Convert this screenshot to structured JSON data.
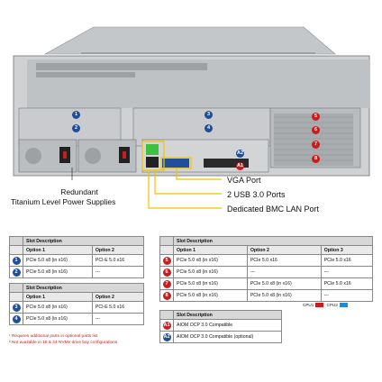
{
  "callouts": {
    "power": [
      "Redundant",
      "Titanium Level Power Supplies"
    ],
    "vga": "VGA Port",
    "usb": "2 USB 3.0 Ports",
    "bmc": "Dedicated BMC LAN Port"
  },
  "server_badges": {
    "cpu1_slots": [
      "1",
      "2",
      "3",
      "4"
    ],
    "cpu2_slots": [
      "5",
      "6",
      "7",
      "8"
    ],
    "aiom": [
      "A1",
      "A2"
    ]
  },
  "table1": {
    "title": "Slot Description",
    "headers": [
      "Option 1",
      "Option 2"
    ],
    "rows": [
      {
        "slot": "1",
        "cells": [
          "PCIe 5.0 x8 (in x16)",
          "PCI-E 5.0 x16"
        ]
      },
      {
        "slot": "2",
        "cells": [
          "PCIe 5.0 x8 (in x16)",
          "---"
        ]
      }
    ]
  },
  "table2": {
    "title": "Slot Description",
    "headers": [
      "Option 1",
      "Option 2"
    ],
    "rows": [
      {
        "slot": "3",
        "cells": [
          "PCIe 5.0 x8 (in x16)",
          "PCI-E 5.0 x16"
        ]
      },
      {
        "slot": "4",
        "cells": [
          "PCIe 5.0 x8 (in x16)",
          "---"
        ]
      }
    ]
  },
  "table3": {
    "title": "Slot Description",
    "headers": [
      "Option 1",
      "Option 2",
      "Option 3"
    ],
    "rows": [
      {
        "slot": "5",
        "cells": [
          "PCIe 5.0 x8 (in x16)",
          "PCIe 5.0 x16",
          "PCIe 5.0 x16"
        ]
      },
      {
        "slot": "6",
        "cells": [
          "PCIe 5.0 x8 (in x16)",
          "---",
          "---"
        ]
      },
      {
        "slot": "7",
        "cells": [
          "PCIe 5.0 x8 (in x16)",
          "PCIe 5.0 x8 (in x16)",
          "PCIe 5.0 x16"
        ]
      },
      {
        "slot": "8",
        "cells": [
          "PCIe 5.0 x8 (in x16)",
          "PCIe 5.0 x8 (in x16)",
          "---"
        ]
      }
    ]
  },
  "aiom_table": {
    "title": "Slot Description",
    "rows": [
      {
        "slot": "A1",
        "text": "AIOM OCP 3.0 Compatible"
      },
      {
        "slot": "A2",
        "text": "AIOM OCP 3.0 Compatible (optional)"
      }
    ]
  },
  "legend": {
    "cpu1": "CPU1",
    "cpu2": "CPU2"
  },
  "notes": [
    "Requires additional parts in optional parts list",
    "Not available in 16 & 24 NVMe drive bay configurations"
  ],
  "colors": {
    "cpu1": "#1f4e9a",
    "cpu2": "#c81e1e",
    "accent_yellow": "#f2c200",
    "port_green": "#3fbf3f"
  }
}
